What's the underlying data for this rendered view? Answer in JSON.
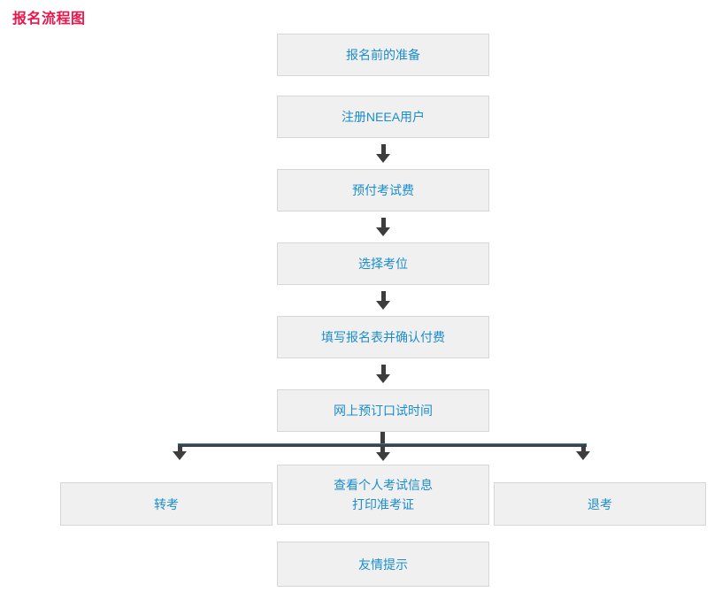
{
  "page": {
    "title": "报名流程图"
  },
  "colors": {
    "title_color": "#e9164b",
    "box_bg": "#f0f0f0",
    "box_border": "#d7d7d7",
    "box_text": "#1b8dce",
    "arrow_color": "#3d3d3d",
    "connector_color": "#3a444e",
    "connector_highlight": "#4d7396"
  },
  "flow": {
    "steps": [
      {
        "label": "报名前的准备"
      },
      {
        "label": "注册NEEA用户"
      },
      {
        "label": "预付考试费"
      },
      {
        "label": "选择考位"
      },
      {
        "label": "填写报名表并确认付费"
      },
      {
        "label": "网上预订口试时间"
      }
    ],
    "branches": [
      {
        "lines": [
          "转考"
        ]
      },
      {
        "lines": [
          "查看个人考试信息",
          "打印准考证"
        ]
      },
      {
        "lines": [
          "退考"
        ]
      }
    ],
    "footer": {
      "label": "友情提示"
    }
  }
}
